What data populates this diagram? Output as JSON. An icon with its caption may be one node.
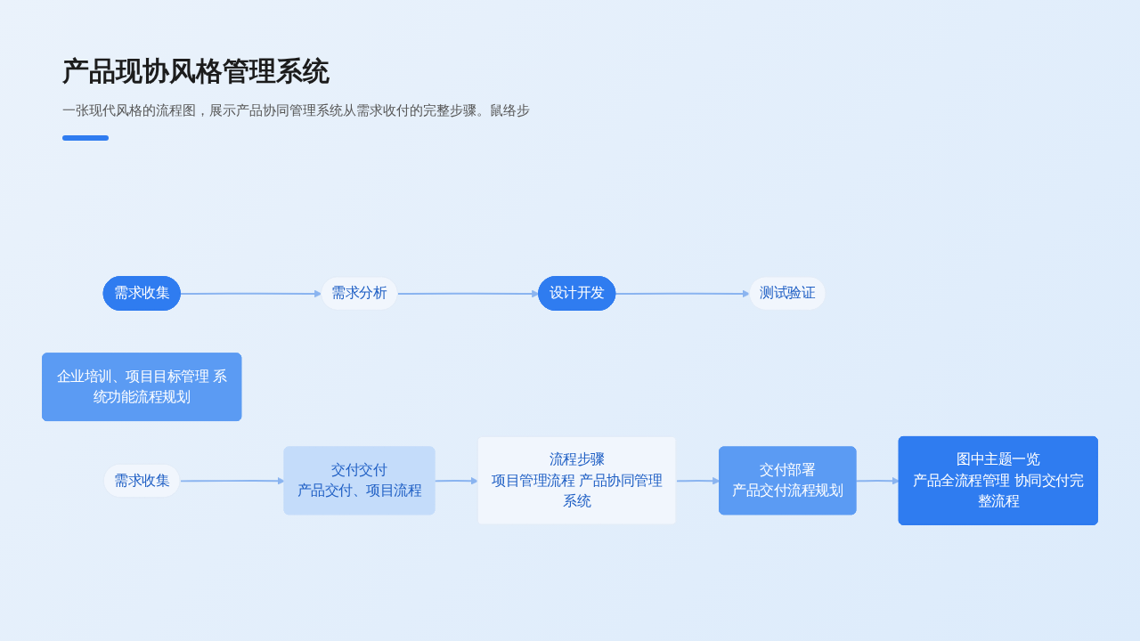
{
  "diagram": {
    "title": "产品现协风格管理系统",
    "caption": "一张现代风格的流程图，展示产品协同管理系统从需求收付的完整步骤。鼠络步",
    "nodes": [
      {
        "text": [
          "需求收集"
        ]
      },
      {
        "text": [
          "需求分析"
        ]
      },
      {
        "text": [
          "设计开发"
        ]
      },
      {
        "text": [
          "测试验证"
        ]
      },
      {
        "text": [
          "企业培训、项目目标管理 系统功能流程规划"
        ]
      },
      {
        "text": [
          "需求收集"
        ]
      },
      {
        "text": [
          "交付交付",
          "产品交付、项目流程"
        ]
      },
      {
        "text": [
          "流程步骤",
          "项目管理流程 产品协同管理系统"
        ]
      },
      {
        "text": [
          "交付部署",
          "产品交付流程规划"
        ]
      },
      {
        "text": [
          "图中主题一览",
          "产品全流程管理 协同交付完整流程"
        ]
      }
    ],
    "edges": [
      {
        "from": 0,
        "to": 1,
        "arrow": "to"
      },
      {
        "from": 1,
        "to": 2,
        "arrow": "to"
      },
      {
        "from": 2,
        "to": 3,
        "arrow": "to"
      },
      {
        "from": 5,
        "to": 6,
        "arrow": "to"
      },
      {
        "from": 6,
        "to": 7,
        "arrow": "to"
      },
      {
        "from": 7,
        "to": 8,
        "arrow": "to"
      },
      {
        "from": 8,
        "to": 9,
        "arrow": "to"
      }
    ]
  }
}
